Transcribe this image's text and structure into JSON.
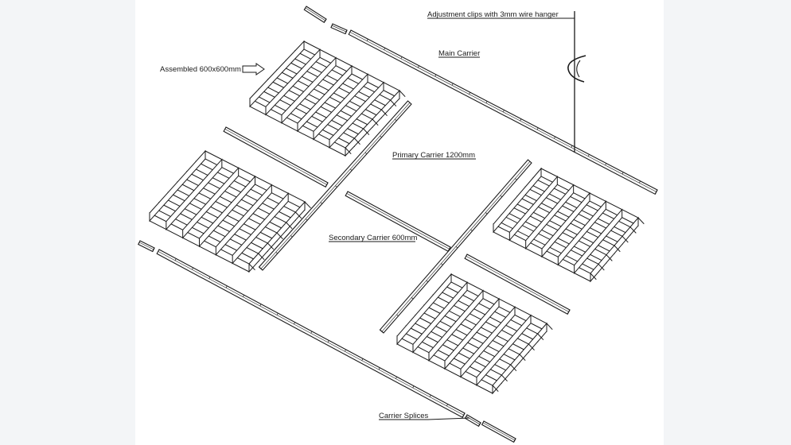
{
  "labels": {
    "adjustment_clips": "Adjustment clips with 3mm wire hanger",
    "main_carrier": "Main Carrier",
    "assembled": "Assembled 600x600mm",
    "primary_carrier": "Primary Carrier 1200mm",
    "secondary_carrier": "Secondary Carrier 600mm",
    "carrier_splices": "Carrier Splices"
  },
  "colors": {
    "ink": "#1a1a1a",
    "paper": "#ffffff",
    "background": "#f3f5f7"
  },
  "grid_panel": {
    "cells_per_side": 6
  }
}
